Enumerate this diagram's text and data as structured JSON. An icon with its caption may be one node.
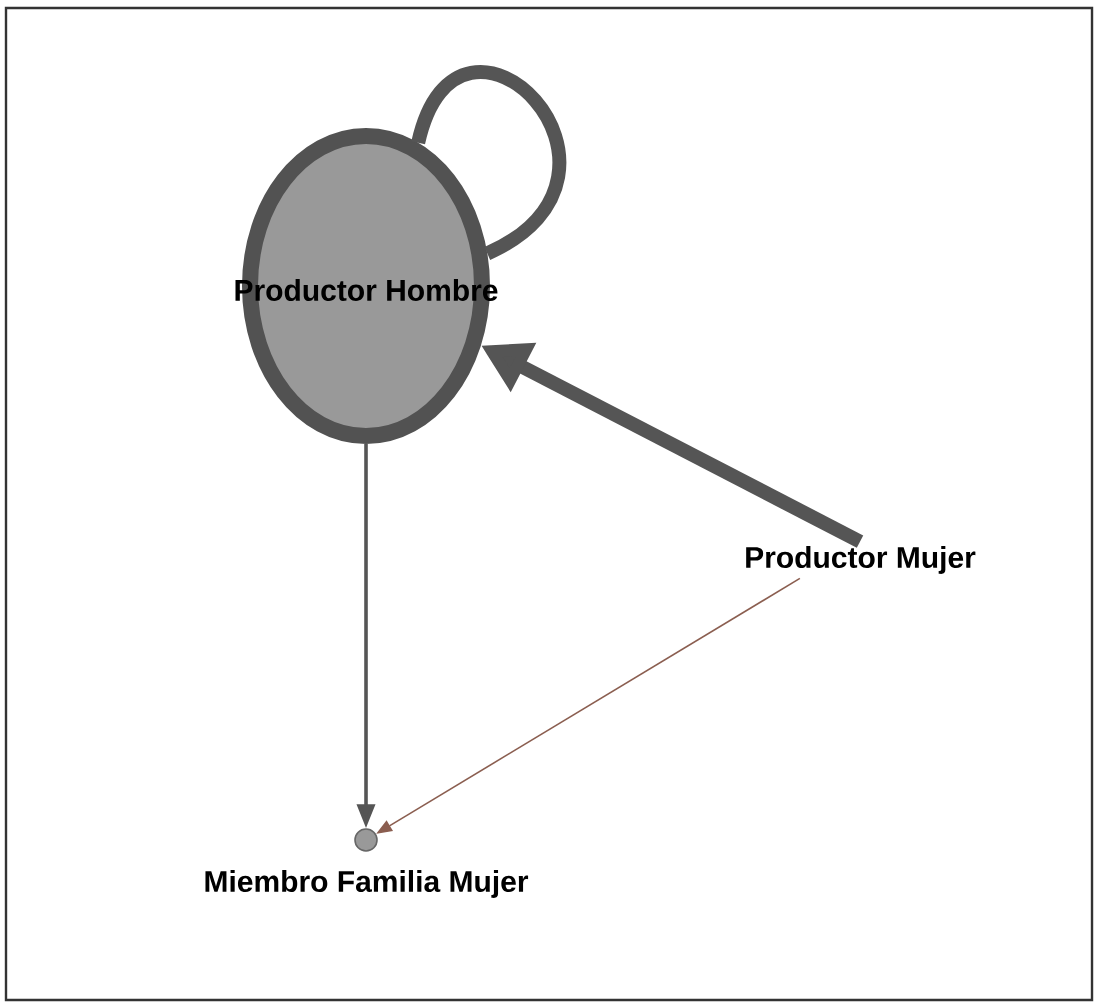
{
  "diagram": {
    "nodes": [
      {
        "text": [
          "Productor Hombre"
        ]
      },
      {
        "text": [
          "Productor Mujer"
        ]
      },
      {
        "text": [
          "Miembro Familia Mujer"
        ]
      }
    ],
    "edges": [
      {
        "from": 0,
        "to": 0,
        "arrow": "none",
        "style": "thick"
      },
      {
        "from": 1,
        "to": 0,
        "arrow": "to",
        "style": "thick"
      },
      {
        "from": 0,
        "to": 2,
        "arrow": "to"
      },
      {
        "from": 1,
        "to": 2,
        "arrow": "to",
        "color": "#8b5e50"
      }
    ]
  }
}
